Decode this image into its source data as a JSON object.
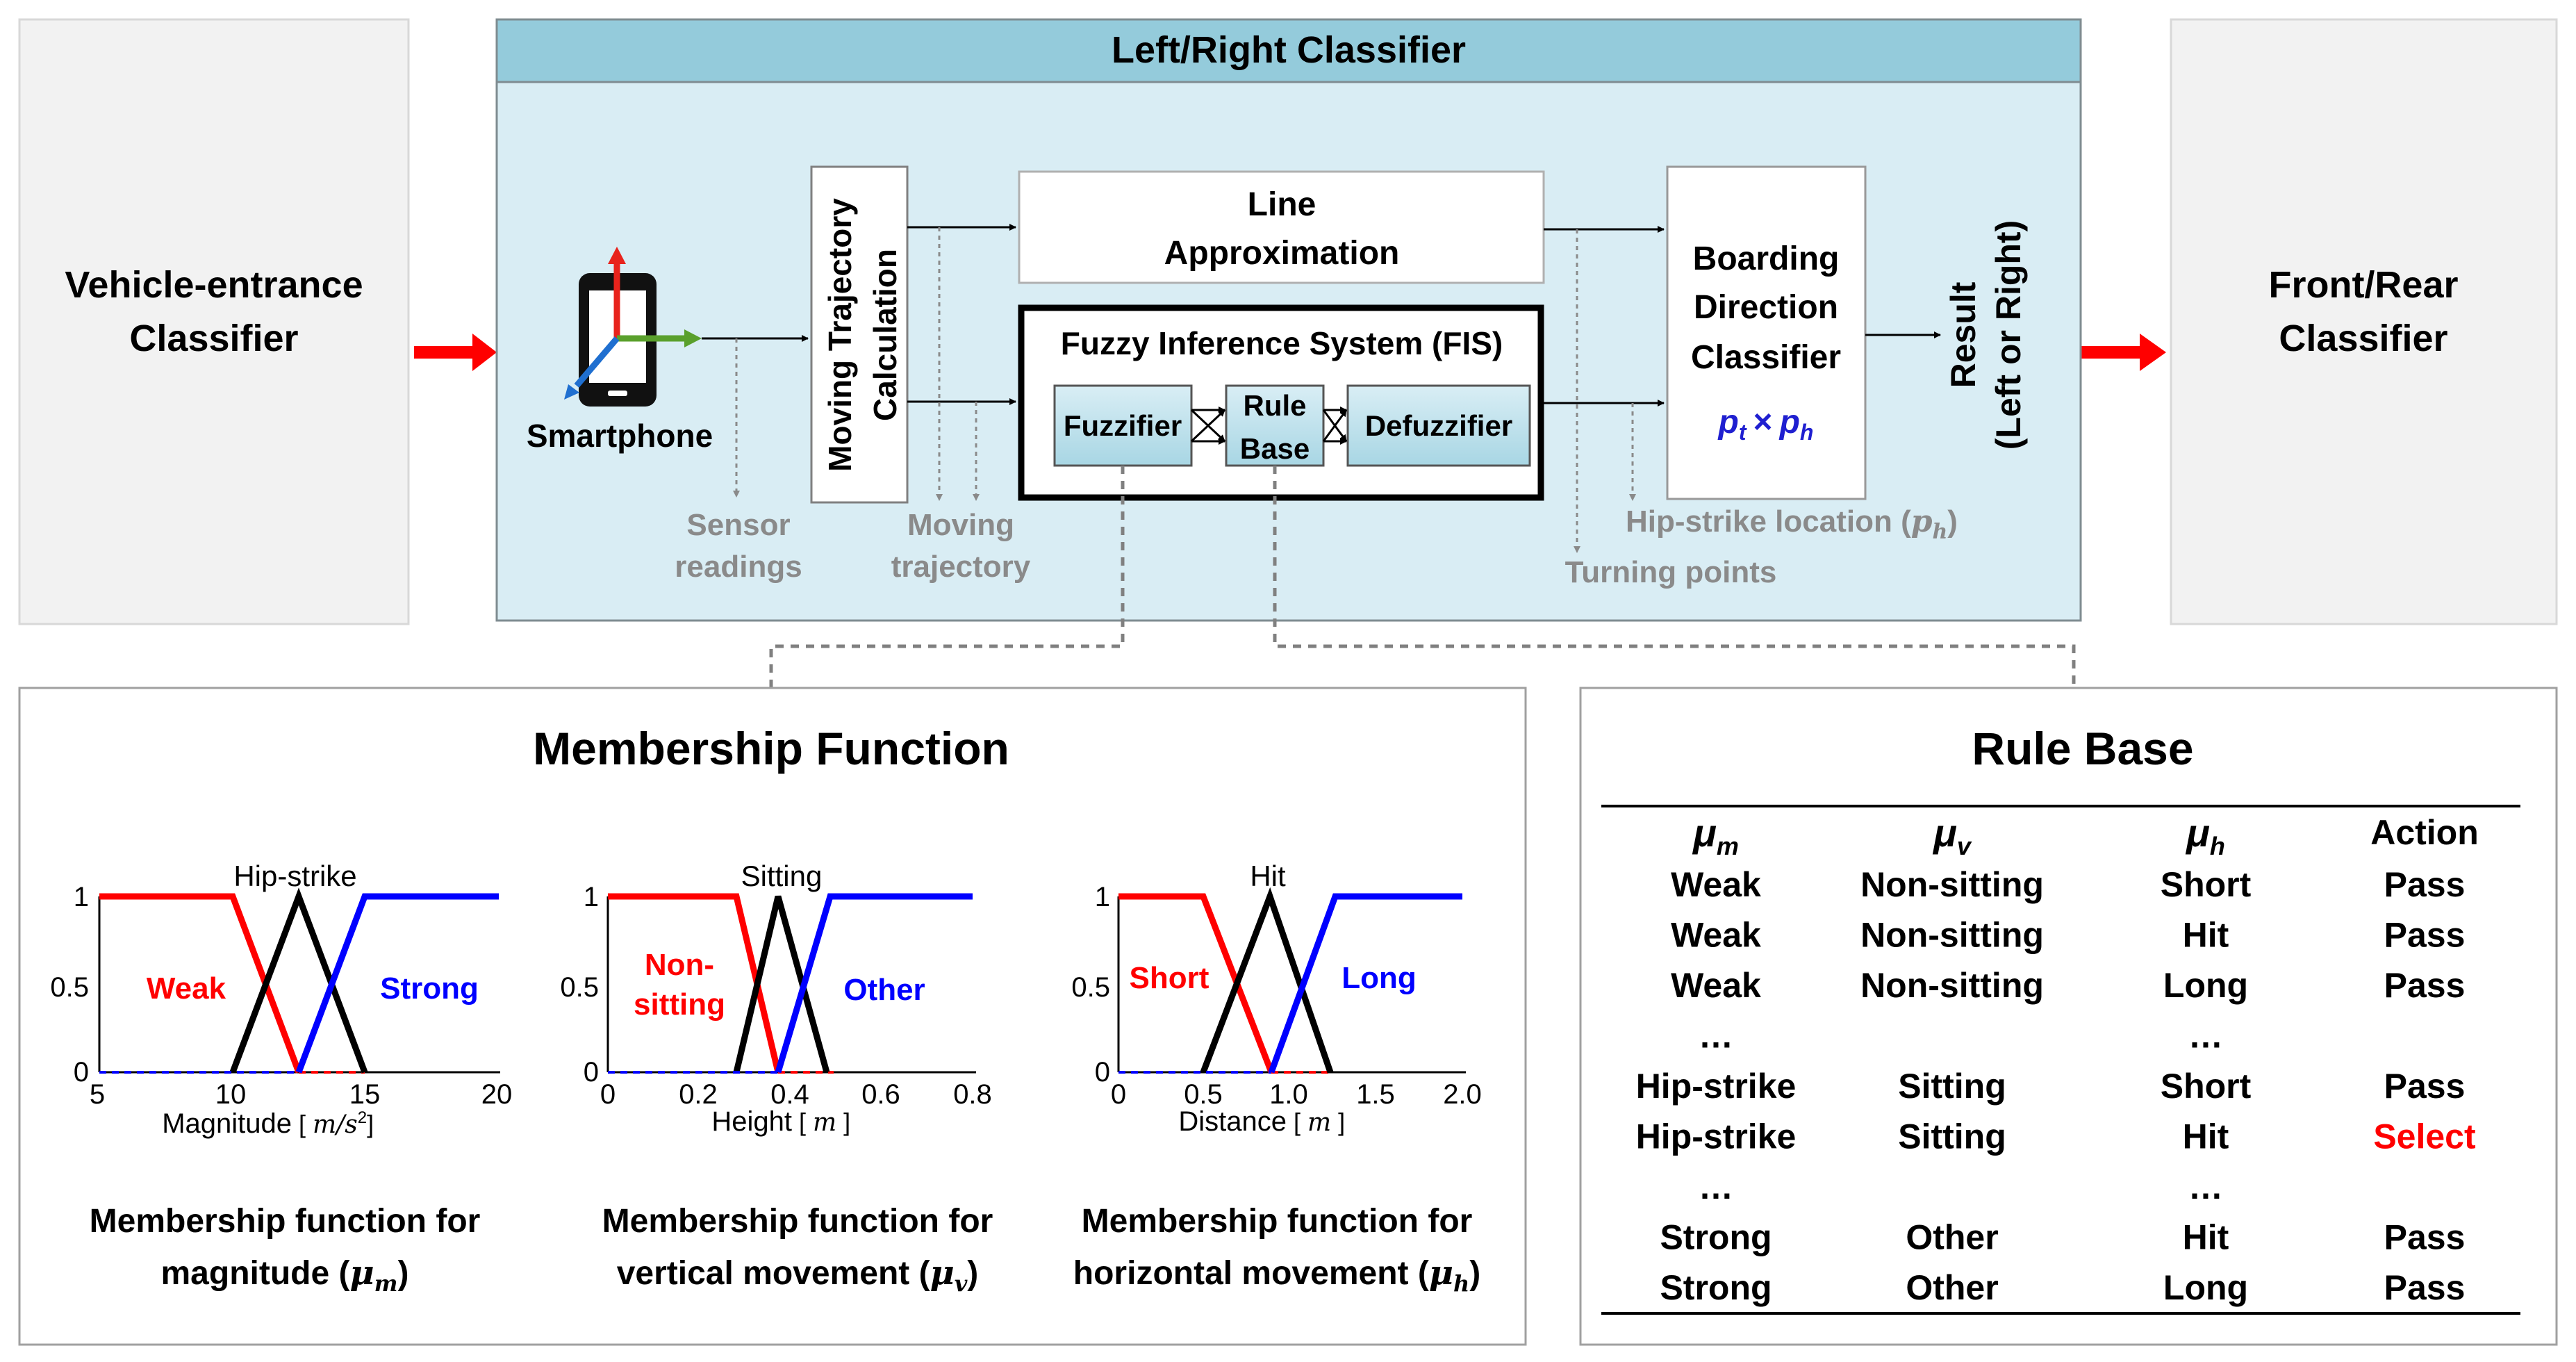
{
  "blocks": {
    "vehicle_entrance": [
      "Vehicle-entrance",
      "Classifier"
    ],
    "front_rear": [
      "Front/Rear",
      "Classifier"
    ],
    "lr_title": "Left/Right Classifier",
    "smartphone": "Smartphone",
    "moving_traj": [
      "Moving Trajectory",
      "Calculation"
    ],
    "line_approx": [
      "Line",
      "Approximation"
    ],
    "fis_title": "Fuzzy Inference System (FIS)",
    "fuzzifier": "Fuzzifier",
    "rule_base_box": [
      "Rule",
      "Base"
    ],
    "defuzzifier": "Defuzzifier",
    "boarding": [
      "Boarding",
      "Direction",
      "Classifier"
    ],
    "boarding_formula": {
      "p": "p",
      "t": "t",
      "times": "×",
      "h": "h"
    },
    "result": [
      "Result",
      "(Left or Right)"
    ],
    "sensor_readings": [
      "Sensor",
      "readings"
    ],
    "moving_trajectory": [
      "Moving",
      "trajectory"
    ],
    "hip_strike_loc": {
      "text": "Hip-strike location (",
      "var": "p",
      "sub": "h",
      "close": ")"
    },
    "turning_points": "Turning points"
  },
  "membership": {
    "title": "Membership Function",
    "charts": [
      {
        "xticks": [
          "5",
          "10",
          "15",
          "20"
        ],
        "yticks": [
          "0",
          "0.5",
          "1"
        ],
        "xlabel": "Magnitude",
        "unit": "m/s",
        "unit_sup": "2",
        "labels": {
          "low": "Weak",
          "mid": "Hip-strike",
          "high": "Strong"
        },
        "caption": [
          "Membership function for",
          "magnitude ("
        ],
        "mu_sub": "m",
        "caption_close": ")"
      },
      {
        "xticks": [
          "0",
          "0.2",
          "0.4",
          "0.6",
          "0.8"
        ],
        "yticks": [
          "0",
          "0.5",
          "1"
        ],
        "xlabel": "Height",
        "unit": "m",
        "labels": {
          "low": [
            "Non-",
            "sitting"
          ],
          "mid": "Sitting",
          "high": "Other"
        },
        "caption": [
          "Membership function for",
          "vertical movement ("
        ],
        "mu_sub": "v",
        "caption_close": ")"
      },
      {
        "xticks": [
          "0",
          "0.5",
          "1.0",
          "1.5",
          "2.0"
        ],
        "yticks": [
          "0",
          "0.5",
          "1"
        ],
        "xlabel": "Distance",
        "unit": "m",
        "labels": {
          "low": "Short",
          "mid": "Hit",
          "high": "Long"
        },
        "caption": [
          "Membership function for",
          "horizontal movement ("
        ],
        "mu_sub": "h",
        "caption_close": ")"
      }
    ]
  },
  "rule_base": {
    "title": "Rule Base",
    "headers": [
      {
        "mu": "μ",
        "sub": "m"
      },
      {
        "mu": "μ",
        "sub": "v"
      },
      {
        "mu": "μ",
        "sub": "h"
      },
      {
        "text": "Action"
      }
    ],
    "rows": [
      [
        "Weak",
        "Non-sitting",
        "Short",
        "Pass"
      ],
      [
        "Weak",
        "Non-sitting",
        "Hit",
        "Pass"
      ],
      [
        "Weak",
        "Non-sitting",
        "Long",
        "Pass"
      ],
      [
        "…",
        "",
        "…",
        ""
      ],
      [
        "Hip-strike",
        "Sitting",
        "Short",
        "Pass"
      ],
      [
        "Hip-strike",
        "Sitting",
        "Hit",
        "Select"
      ],
      [
        "…",
        "",
        "…",
        ""
      ],
      [
        "Strong",
        "Other",
        "Hit",
        "Pass"
      ],
      [
        "Strong",
        "Other",
        "Long",
        "Pass"
      ]
    ],
    "highlight": "Select"
  },
  "colors": {
    "panel": "#d9edf4",
    "panel_header": "#94cbdb",
    "side_box": "#f2f2f2",
    "red": "#ff0000",
    "blue": "#0000ff",
    "black": "#000000",
    "gray_text": "#8a8a8a",
    "formula": "#1f1fd0"
  }
}
